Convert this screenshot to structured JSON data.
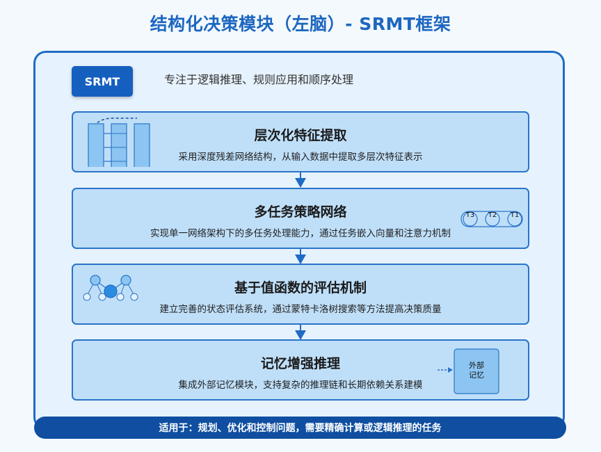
{
  "title": "结构化决策模块（左脑）- SRMT框架",
  "badge": "SRMT",
  "tagline": "专注于逻辑推理、规则应用和顺序处理",
  "modules": [
    {
      "title": "层次化特征提取",
      "desc": "采用深度残差网络结构，从输入数据中提取多层次特征表示"
    },
    {
      "title": "多任务策略网络",
      "desc": "实现单一网络架构下的多任务处理能力，通过任务嵌入向量和注意力机制"
    },
    {
      "title": "基于值函数的评估机制",
      "desc": "建立完善的状态评估系统，通过蒙特卡洛树搜索等方法提高决策质量"
    },
    {
      "title": "记忆增强推理",
      "desc": "集成外部记忆模块，支持复杂的推理链和长期依赖关系建模"
    }
  ],
  "task_labels": [
    "T3",
    "T2",
    "T1"
  ],
  "memory_label": [
    "外部",
    "记忆"
  ],
  "footer": "适用于：规划、优化和控制问题，需要精确计算或逻辑推理的任务",
  "colors": {
    "title": "#1d67c0",
    "badge": "#1560bf",
    "footer": "#0f4ea0",
    "module_fill": "#bfdff9",
    "module_border": "#2a73c8"
  }
}
